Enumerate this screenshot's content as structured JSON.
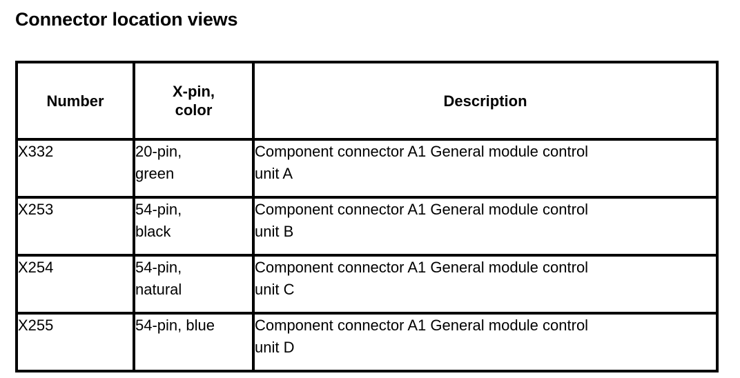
{
  "page": {
    "title": "Connector location views",
    "background_color": "#ffffff",
    "text_color": "#000000",
    "border_color": "#000000"
  },
  "table": {
    "headers": [
      "Number",
      "X-pin,\ncolor",
      "Description"
    ],
    "header_lines": {
      "number": [
        "Number"
      ],
      "xpin": [
        "X-pin,",
        "color"
      ],
      "description": [
        "Description"
      ]
    },
    "rows": [
      {
        "number": "X332",
        "xpin": "20-pin, green",
        "xpin_lines": [
          "20-pin,",
          "green"
        ],
        "description": "Component connector A1 General module control unit A",
        "description_lines": [
          "Component connector A1 General module control",
          "unit A"
        ]
      },
      {
        "number": "X253",
        "xpin": "54-pin, black",
        "xpin_lines": [
          "54-pin,",
          "black"
        ],
        "description": "Component connector A1 General module control unit B",
        "description_lines": [
          "Component connector A1 General module control",
          "unit B"
        ]
      },
      {
        "number": "X254",
        "xpin": "54-pin, natural",
        "xpin_lines": [
          "54-pin,",
          "natural"
        ],
        "description": "Component connector A1 General module control unit C",
        "description_lines": [
          "Component connector A1 General module control",
          "unit C"
        ]
      },
      {
        "number": "X255",
        "xpin": "54-pin, blue",
        "xpin_lines": [
          "54-pin, blue"
        ],
        "description": "Component connector A1 General module control unit D",
        "description_lines": [
          "Component connector A1 General module control",
          "unit D"
        ]
      }
    ]
  }
}
